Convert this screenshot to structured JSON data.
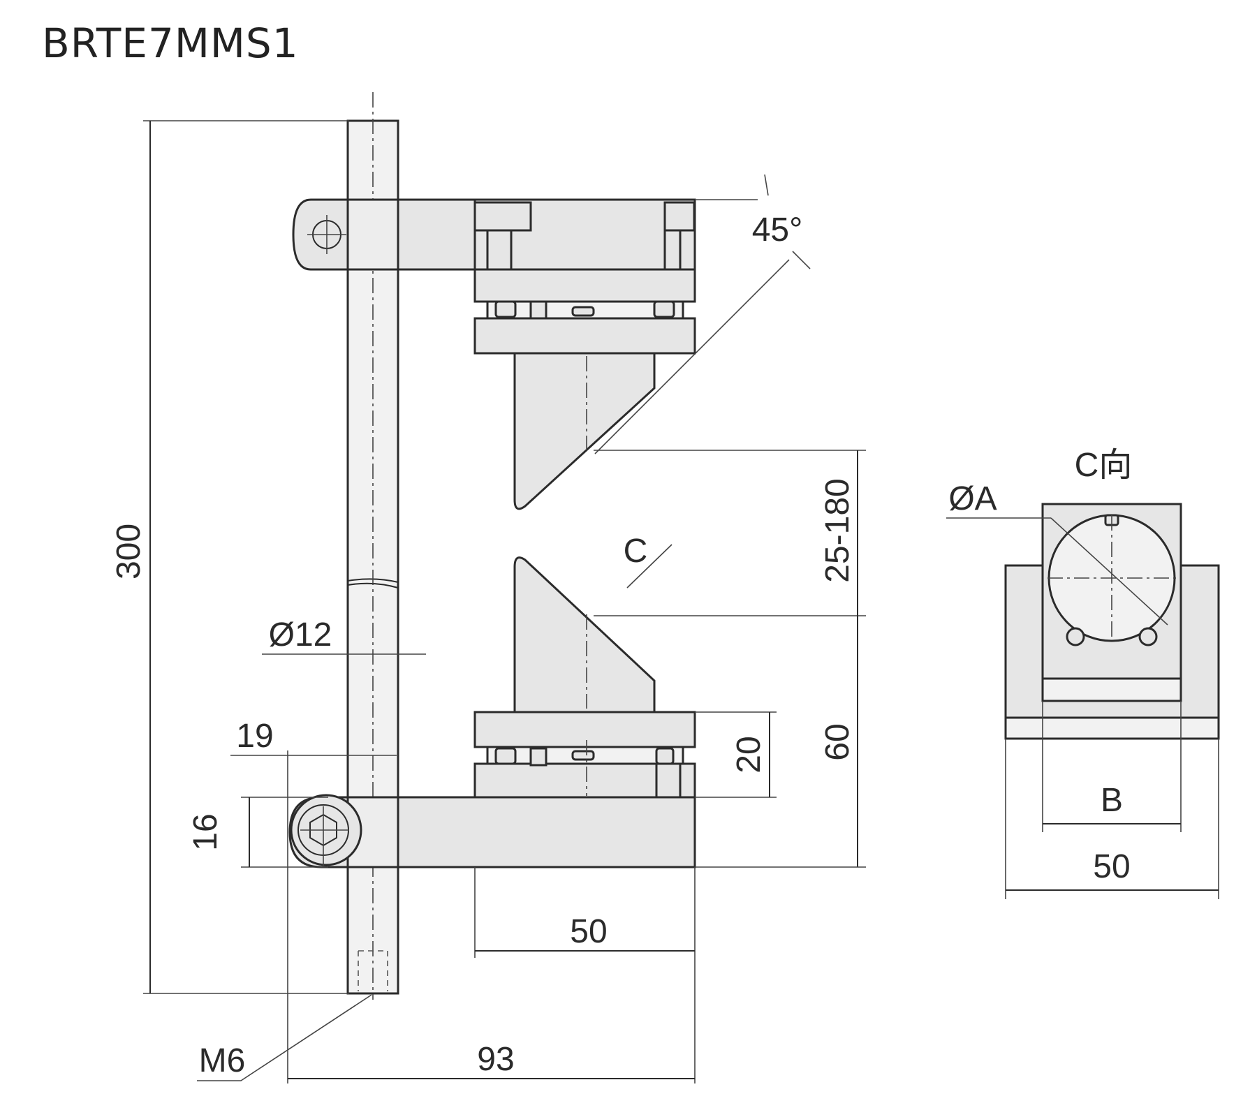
{
  "title": "BRTE7MMS1",
  "labels": {
    "height_total": "300",
    "angle": "45°",
    "range": "25-180",
    "view_marker": "C",
    "rod_diameter": "Ø12",
    "offset_19": "19",
    "height_16": "16",
    "height_20": "20",
    "height_60": "60",
    "width_50": "50",
    "width_93": "93",
    "thread": "M6",
    "view_title": "C向",
    "diameter_a": "ØA",
    "width_b": "B",
    "base_50": "50"
  }
}
